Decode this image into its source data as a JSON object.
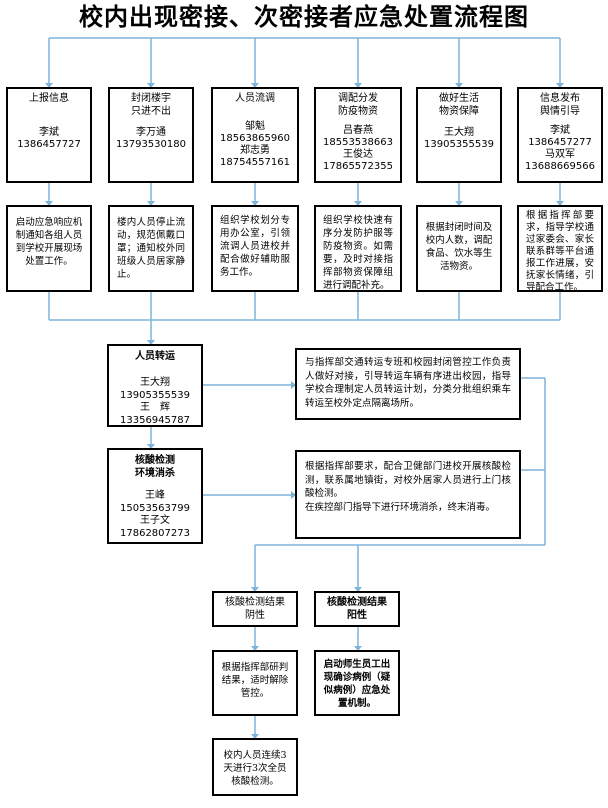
{
  "title": "校内出现密接、次密接者应急处置流程图",
  "columns": [
    {
      "title": "上报信息",
      "people": [
        "李斌",
        "1386457727"
      ],
      "desc": "启动应急响应机制通知各组人员到学校开展现场处置工作。"
    },
    {
      "title": "封闭楼宇\n只进不出",
      "people": [
        "李万通",
        "13793530180"
      ],
      "desc": "楼内人员停止流动，规范佩戴口罩；通知校外同班级人员居家静止。"
    },
    {
      "title": "人员流调",
      "people": [
        "邹魁",
        "18563865960",
        "郑志勇",
        "18754557161"
      ],
      "desc": "组织学校划分专用办公室，引领流调人员进校并配合做好辅助服务工作。"
    },
    {
      "title": "调配分发\n防疫物资",
      "people": [
        "吕春燕",
        "18553538663",
        "王俊达",
        "17865572355"
      ],
      "desc": "组织学校快速有序分发防护服等防疫物资。如需要，及时对接指挥部物资保障组进行调配补充。"
    },
    {
      "title": "做好生活\n物资保障",
      "people": [
        "王大翔",
        "13905355539"
      ],
      "desc": "根据封闭时间及校内人数，调配食品、饮水等生活物资。"
    },
    {
      "title": "信息发布\n舆情引导",
      "people": [
        "李斌",
        "1386457277",
        "马双军",
        "13688669566"
      ],
      "desc": "根据指挥部要求，指导学校通过家委会、家长联系群等平台通报工作进展，安抚家长情绪，引导配合工作。"
    }
  ],
  "transfer": {
    "title": "人员转运",
    "people": [
      "王大翔",
      "13905355539",
      "王　辉",
      "13356945787"
    ],
    "desc": "与指挥部交通转运专班和校园封闭管控工作负责人做好对接，引导转运车辆有序进出校园，指导学校合理制定人员转运计划，分类分批组织乘车转运至校外定点隔离场所。"
  },
  "testing": {
    "title": "核酸检测\n环境消杀",
    "people": [
      "王峰",
      "15053563799",
      "王子文",
      "17862807273"
    ],
    "desc1": "根据指挥部要求，配合卫健部门进校开展核酸检测，联系属地镇街，对校外居家人员进行上门核酸检测。",
    "desc2": "在疾控部门指导下进行环境消杀，终末消毒。"
  },
  "negative": {
    "line1": "核酸检测结果",
    "line2": "阴性",
    "desc": "根据指挥部研判结果，适时解除管控。",
    "final": "校内人员连续3天进行3次全员核酸检测。"
  },
  "positive": {
    "line1": "核酸检测结果",
    "line2": "阳性",
    "desc": "启动师生员工出现确诊病例（疑似病例）应急处置机制。"
  }
}
